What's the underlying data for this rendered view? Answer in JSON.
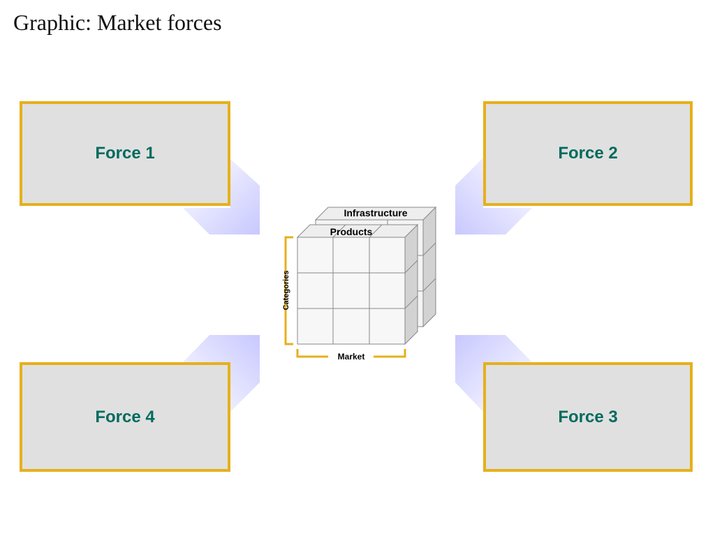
{
  "title": "Graphic: Market forces",
  "forces": {
    "force1": "Force 1",
    "force2": "Force 2",
    "force3": "Force 3",
    "force4": "Force 4"
  },
  "cube": {
    "back_layer_label": "Infrastructure",
    "front_layer_label": "Products",
    "vertical_axis_label": "Categories",
    "horizontal_axis_label": "Market"
  },
  "colors": {
    "box_border": "#e6b01c",
    "box_fill": "#e0e0e0",
    "force_text": "#006b5e",
    "arrow_tint": "#c8c8ff",
    "cube_face": "#f7f7f7",
    "cube_side": "#d2d2d2",
    "bracket": "#e6b01c"
  }
}
